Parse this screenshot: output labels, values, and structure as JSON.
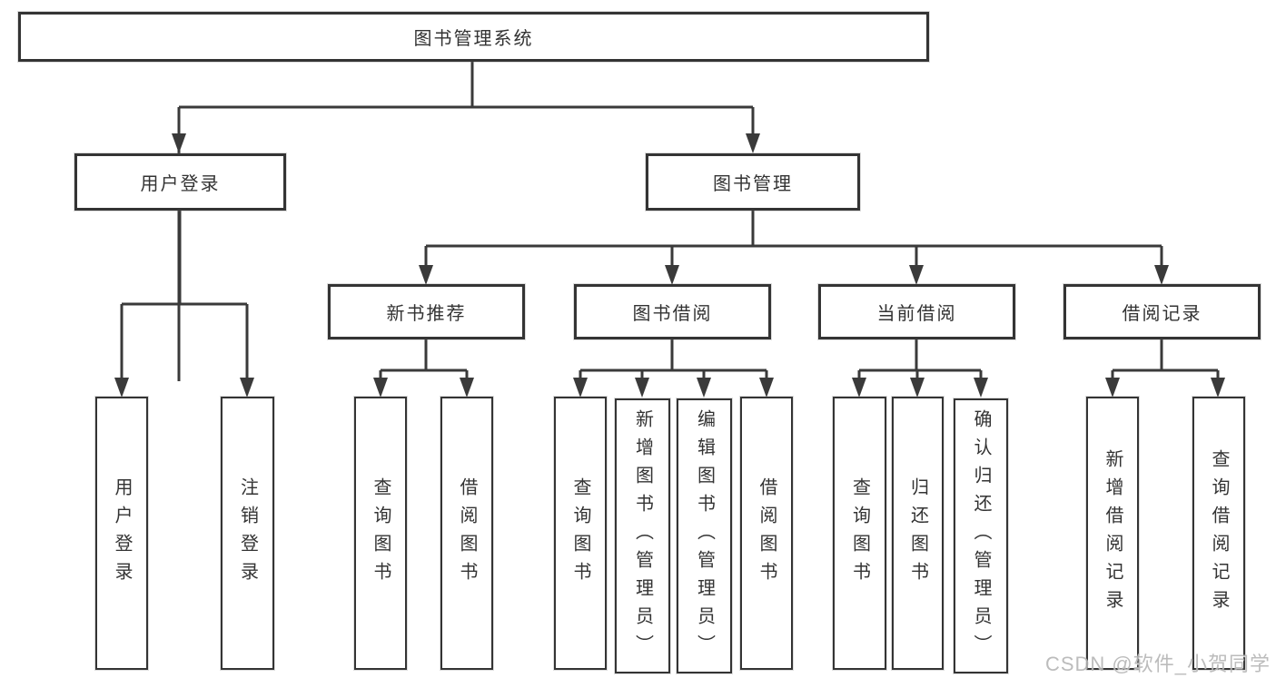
{
  "colors": {
    "line": "#3a3a3a",
    "box-border": "#343434",
    "text": "#333333",
    "bg": "#ffffff",
    "watermark": "#b5b5b5"
  },
  "tree": {
    "label": "图书管理系统",
    "children": [
      {
        "label": "用户登录",
        "children": [
          {
            "label": "用户登录"
          },
          {
            "label": "注销登录"
          }
        ]
      },
      {
        "label": "图书管理",
        "children": [
          {
            "label": "新书推荐",
            "children": [
              {
                "label": "查询图书"
              },
              {
                "label": "借阅图书"
              }
            ]
          },
          {
            "label": "图书借阅",
            "children": [
              {
                "label": "查询图书"
              },
              {
                "label": "新增图书（管理员）"
              },
              {
                "label": "编辑图书（管理员）"
              },
              {
                "label": "借阅图书"
              }
            ]
          },
          {
            "label": "当前借阅",
            "children": [
              {
                "label": "查询图书"
              },
              {
                "label": "归还图书"
              },
              {
                "label": "确认归还（管理员）"
              }
            ]
          },
          {
            "label": "借阅记录",
            "children": [
              {
                "label": "新增借阅记录"
              },
              {
                "label": "查询借阅记录"
              }
            ]
          }
        ]
      }
    ]
  },
  "watermark": {
    "text": "CSDN @软件_小贺同学"
  }
}
